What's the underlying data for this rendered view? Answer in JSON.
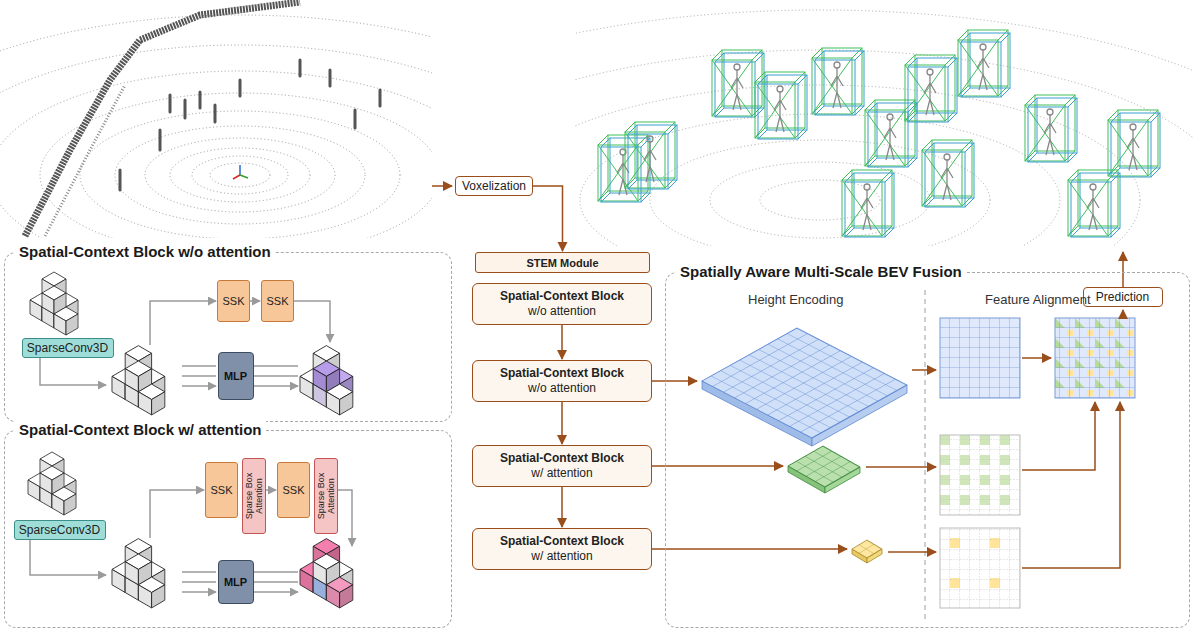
{
  "diagram": {
    "nodes": [
      {
        "text": [
          "Spatial-Context Block w/o attention"
        ]
      },
      {
        "text": [
          "SparseConv3D"
        ],
        "in": 0
      },
      {
        "text": [
          "SSK"
        ],
        "in": 0
      },
      {
        "text": [
          "SSK"
        ],
        "in": 0
      },
      {
        "text": [
          "MLP"
        ],
        "in": 0
      },
      {
        "text": [
          "Spatial-Context Block w/ attention"
        ]
      },
      {
        "text": [
          "SparseConv3D"
        ],
        "in": 5
      },
      {
        "text": [
          "SSK"
        ],
        "in": 5
      },
      {
        "text": [
          "Sparse Box Attention"
        ],
        "in": 5
      },
      {
        "text": [
          "SSK"
        ],
        "in": 5
      },
      {
        "text": [
          "Sparse Box Attention"
        ],
        "in": 5
      },
      {
        "text": [
          "MLP"
        ],
        "in": 5
      },
      {
        "text": [
          "Voxelization"
        ]
      },
      {
        "text": [
          "STEM Module"
        ]
      },
      {
        "text": [
          "Spatial-Context Block",
          "w/o attention"
        ]
      },
      {
        "text": [
          "Spatial-Context Block",
          "w/o attention"
        ]
      },
      {
        "text": [
          "Spatial-Context Block",
          "w/ attention"
        ]
      },
      {
        "text": [
          "Spatial-Context Block",
          "w/ attention"
        ]
      },
      {
        "text": [
          "Spatially Aware Multi-Scale BEV Fusion"
        ]
      },
      {
        "text": [
          "Prediction"
        ],
        "in": 18
      }
    ],
    "edges": [
      {
        "from": 12,
        "to": 13,
        "arrow": "to"
      },
      {
        "from": 14,
        "to": 15,
        "arrow": "to"
      },
      {
        "from": 15,
        "to": 16,
        "arrow": "to"
      },
      {
        "from": 16,
        "to": 17,
        "arrow": "to"
      }
    ],
    "labels": [
      "Height Encoding",
      "Feature Alignment"
    ]
  }
}
